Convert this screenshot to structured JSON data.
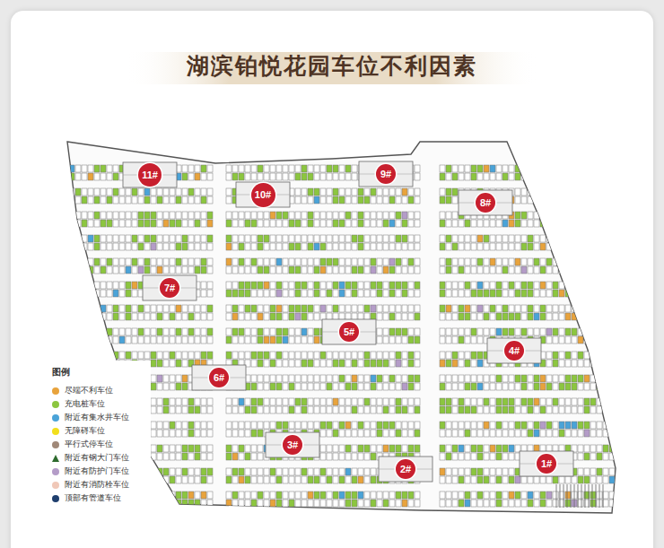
{
  "diagram": {
    "title": "湖滨铂悦花园车位不利因素",
    "nodes": [
      {
        "text": [
          "11#"
        ]
      },
      {
        "text": [
          "10#"
        ]
      },
      {
        "text": [
          "9#"
        ]
      },
      {
        "text": [
          "8#"
        ]
      },
      {
        "text": [
          "7#"
        ]
      },
      {
        "text": [
          "5#"
        ]
      },
      {
        "text": [
          "4#"
        ]
      },
      {
        "text": [
          "6#"
        ]
      },
      {
        "text": [
          "3#"
        ]
      },
      {
        "text": [
          "2#"
        ]
      },
      {
        "text": [
          "1#"
        ]
      }
    ],
    "labels": [
      "图例"
    ],
    "legend": [
      {
        "text": "尽端不利车位",
        "color": "#e8a33c"
      },
      {
        "text": "充电桩车位",
        "color": "#8cc63f"
      },
      {
        "text": "附近有集水井车位",
        "color": "#4aa3d8"
      },
      {
        "text": "无障碍车位",
        "color": "#f2df1c"
      },
      {
        "text": "平行式停车位",
        "color": "#a08878"
      },
      {
        "text": "附近有钢大门车位"
      },
      {
        "text": "附近有防护门车位",
        "color": "#b49cc8"
      },
      {
        "text": "附近有消防栓车位",
        "color": "#f0c8b8"
      },
      {
        "text": "顶部有管道车位",
        "color": "#1f3f6e"
      }
    ]
  }
}
